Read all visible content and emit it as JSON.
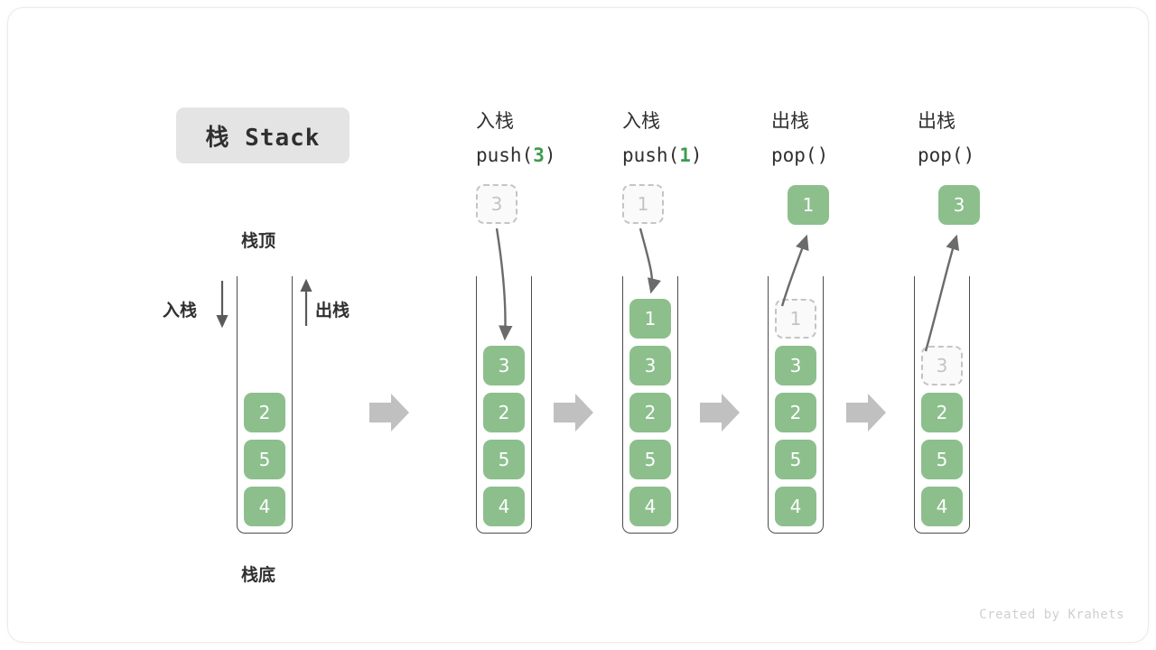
{
  "title": {
    "text": "栈 Stack"
  },
  "colors": {
    "element_green": "#8cbf8c",
    "accent_green": "#3e9b4f",
    "ghost_gray": "#c4c4c4",
    "arrow_gray": "#6b6b6b",
    "flow_arrow_gray": "#c0c0c0",
    "badge_bg": "#e4e4e4",
    "text_dark": "#2f2f2f"
  },
  "legend": {
    "top_label": "栈顶",
    "bottom_label": "栈底",
    "push_label": "入栈",
    "pop_label": "出栈"
  },
  "operations": [
    {
      "cn": "入栈",
      "code_prefix": "push(",
      "code_arg": "3",
      "code_suffix": ")"
    },
    {
      "cn": "入栈",
      "code_prefix": "push(",
      "code_arg": "1",
      "code_suffix": ")"
    },
    {
      "cn": "出栈",
      "code_prefix": "pop(",
      "code_arg": "",
      "code_suffix": ")"
    },
    {
      "cn": "出栈",
      "code_prefix": "pop(",
      "code_arg": "",
      "code_suffix": ")"
    }
  ],
  "stacks": [
    {
      "name": "initial",
      "items_bottom_to_top": [
        "4",
        "5",
        "2"
      ],
      "ghost_top": null,
      "floating": null
    },
    {
      "name": "after-push-3",
      "items_bottom_to_top": [
        "4",
        "5",
        "2",
        "3"
      ],
      "ghost_top": null,
      "floating": {
        "value": "3",
        "style": "ghost"
      }
    },
    {
      "name": "after-push-1",
      "items_bottom_to_top": [
        "4",
        "5",
        "2",
        "3",
        "1"
      ],
      "ghost_top": null,
      "floating": {
        "value": "1",
        "style": "ghost"
      }
    },
    {
      "name": "after-pop-1",
      "items_bottom_to_top": [
        "4",
        "5",
        "2",
        "3"
      ],
      "ghost_top": "1",
      "floating": {
        "value": "1",
        "style": "solid"
      }
    },
    {
      "name": "after-pop-3",
      "items_bottom_to_top": [
        "4",
        "5",
        "2"
      ],
      "ghost_top": "3",
      "floating": {
        "value": "3",
        "style": "solid"
      }
    }
  ],
  "credit": {
    "text": "Created by Krahets"
  }
}
